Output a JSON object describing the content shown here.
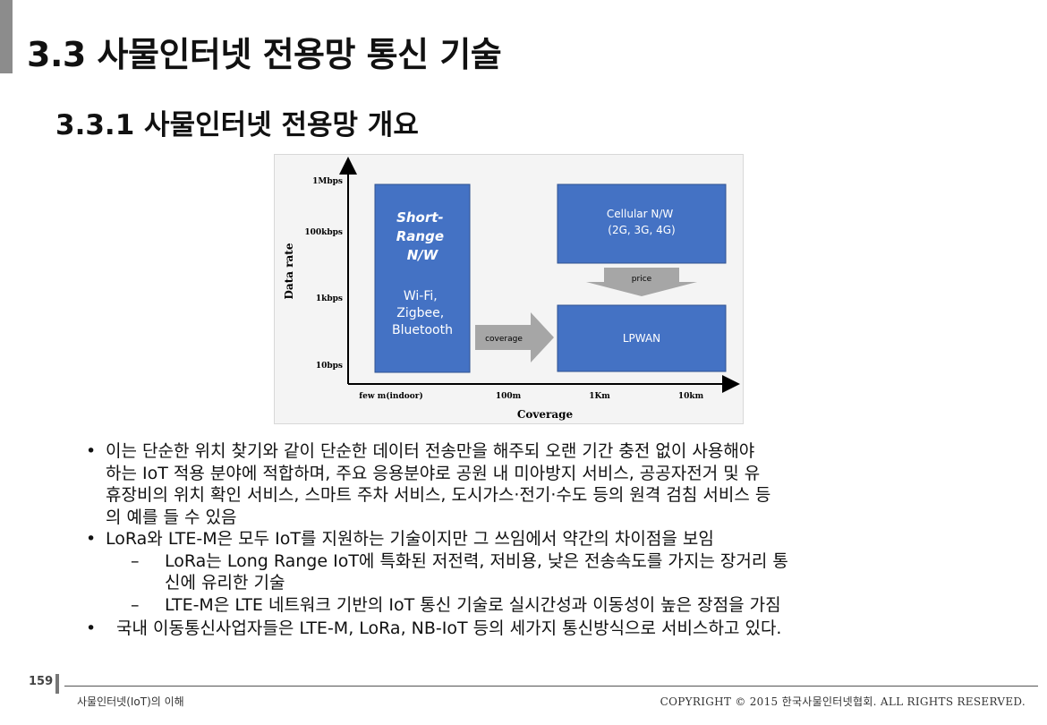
{
  "slide": {
    "title": "3.3 사물인터넷 전용망 통신 기술",
    "subtitle": "3.3.1 사물인터넷 전용망 개요"
  },
  "figure": {
    "y_axis_label": "Data rate",
    "x_axis_label": "Coverage",
    "y_ticks": [
      "1Mbps",
      "100kbps",
      "1kbps",
      "10bps"
    ],
    "x_ticks": [
      "few m(indoor)",
      "100m",
      "1Km",
      "10km"
    ],
    "short_range_title": [
      "Short-",
      "Range",
      "N/W"
    ],
    "short_range_items": [
      "Wi-Fi,",
      "Zigbee,",
      "Bluetooth"
    ],
    "cellular": [
      "Cellular N/W",
      "(2G, 3G, 4G)"
    ],
    "lpwan": "LPWAN",
    "price_arrow": "price",
    "coverage_arrow": "coverage",
    "box_color": "#4472c4",
    "arrow_color": "#a6a6a6"
  },
  "bullets": [
    {
      "marker": "•",
      "lines": [
        "이는 단순한 위치 찾기와 같이 단순한 데이터 전송만을 해주되 오랜 기간 충전 없이 사용해야",
        "하는 IoT 적용 분야에 적합하며, 주요 응용분야로 공원 내 미아방지 서비스, 공공자전거 및 유",
        "휴장비의 위치 확인 서비스, 스마트 주차 서비스, 도시가스·전기·수도 등의 원격 검침 서비스 등",
        "의 예를 들 수 있음"
      ]
    },
    {
      "marker": "•",
      "lines": [
        "LoRa와 LTE-M은 모두 IoT를 지원하는 기술이지만 그 쓰임에서 약간의 차이점을 보임"
      ]
    },
    {
      "marker": "–",
      "lines": [
        "LoRa는 Long Range IoT에 특화된 저전력, 저비용, 낮은 전송속도를 가지는 장거리 통",
        "신에 유리한 기술"
      ]
    },
    {
      "marker": "–",
      "lines": [
        "LTE-M은 LTE 네트워크 기반의 IoT 통신 기술로 실시간성과 이동성이 높은 장점을 가짐"
      ]
    },
    {
      "marker": "•",
      "lines": [
        "국내 이동통신사업자들은 LTE-M, LoRa, NB-IoT 등의 세가지 통신방식으로 서비스하고 있다."
      ]
    }
  ],
  "footer": {
    "page_number": "159",
    "left": "사물인터넷(IoT)의 이해",
    "right": "COPYRIGHT © 2015 한국사물인터넷협회. ALL RIGHTS RESERVED."
  }
}
